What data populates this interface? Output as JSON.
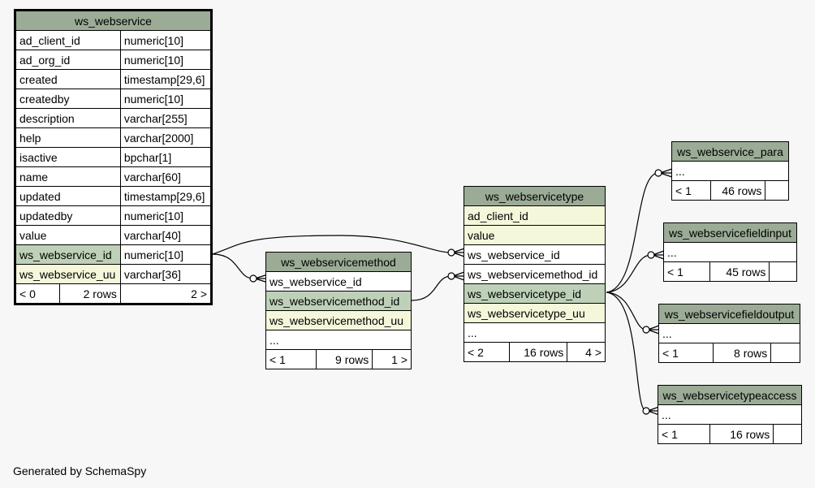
{
  "tables": {
    "ws_webservice": {
      "name": "ws_webservice",
      "columns": [
        {
          "name": "ad_client_id",
          "type": "numeric[10]"
        },
        {
          "name": "ad_org_id",
          "type": "numeric[10]"
        },
        {
          "name": "created",
          "type": "timestamp[29,6]"
        },
        {
          "name": "createdby",
          "type": "numeric[10]"
        },
        {
          "name": "description",
          "type": "varchar[255]"
        },
        {
          "name": "help",
          "type": "varchar[2000]"
        },
        {
          "name": "isactive",
          "type": "bpchar[1]"
        },
        {
          "name": "name",
          "type": "varchar[60]"
        },
        {
          "name": "updated",
          "type": "timestamp[29,6]"
        },
        {
          "name": "updatedby",
          "type": "numeric[10]"
        },
        {
          "name": "value",
          "type": "varchar[40]"
        },
        {
          "name": "ws_webservice_id",
          "type": "numeric[10]"
        },
        {
          "name": "ws_webservice_uu",
          "type": "varchar[36]"
        }
      ],
      "footer": {
        "parents": "< 0",
        "rows": "2 rows",
        "children": "2 >"
      }
    },
    "ws_webservicemethod": {
      "name": "ws_webservicemethod",
      "columns": [
        "ws_webservice_id",
        "ws_webservicemethod_id",
        "ws_webservicemethod_uu",
        "..."
      ],
      "footer": {
        "parents": "< 1",
        "rows": "9 rows",
        "children": "1 >"
      }
    },
    "ws_webservicetype": {
      "name": "ws_webservicetype",
      "columns": [
        "ad_client_id",
        "value",
        "ws_webservice_id",
        "ws_webservicemethod_id",
        "ws_webservicetype_id",
        "ws_webservicetype_uu",
        "..."
      ],
      "footer": {
        "parents": "< 2",
        "rows": "16 rows",
        "children": "4 >"
      }
    },
    "ws_webservice_para": {
      "name": "ws_webservice_para",
      "columns": [
        "..."
      ],
      "footer": {
        "parents": "< 1",
        "rows": "46 rows"
      }
    },
    "ws_webservicefieldinput": {
      "name": "ws_webservicefieldinput",
      "columns": [
        "..."
      ],
      "footer": {
        "parents": "< 1",
        "rows": "45 rows"
      }
    },
    "ws_webservicefieldoutput": {
      "name": "ws_webservicefieldoutput",
      "columns": [
        "..."
      ],
      "footer": {
        "parents": "< 1",
        "rows": "8 rows"
      }
    },
    "ws_webservicetypeaccess": {
      "name": "ws_webservicetypeaccess",
      "columns": [
        "..."
      ],
      "footer": {
        "parents": "< 1",
        "rows": "16 rows"
      }
    }
  },
  "colors": {
    "header": "#9bab96",
    "primary_key": "#bed1b8",
    "foreign_key": "#f4f7da",
    "background": "#f7f7f7"
  },
  "footer_text": "Generated by SchemaSpy"
}
